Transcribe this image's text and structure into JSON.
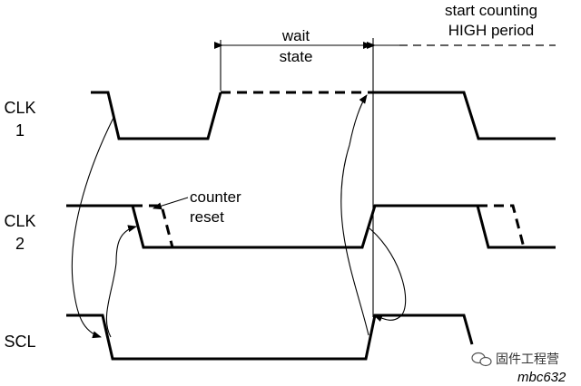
{
  "signals": {
    "clk1": [
      "CLK",
      "1"
    ],
    "clk2": [
      "CLK",
      "2"
    ],
    "scl": "SCL"
  },
  "annotations": {
    "wait_state": [
      "wait",
      "state"
    ],
    "start_counting": [
      "start counting",
      "HIGH period"
    ],
    "counter_reset": [
      "counter",
      "reset"
    ]
  },
  "watermark": {
    "channel": "固件工程营",
    "code": "mbc632"
  }
}
